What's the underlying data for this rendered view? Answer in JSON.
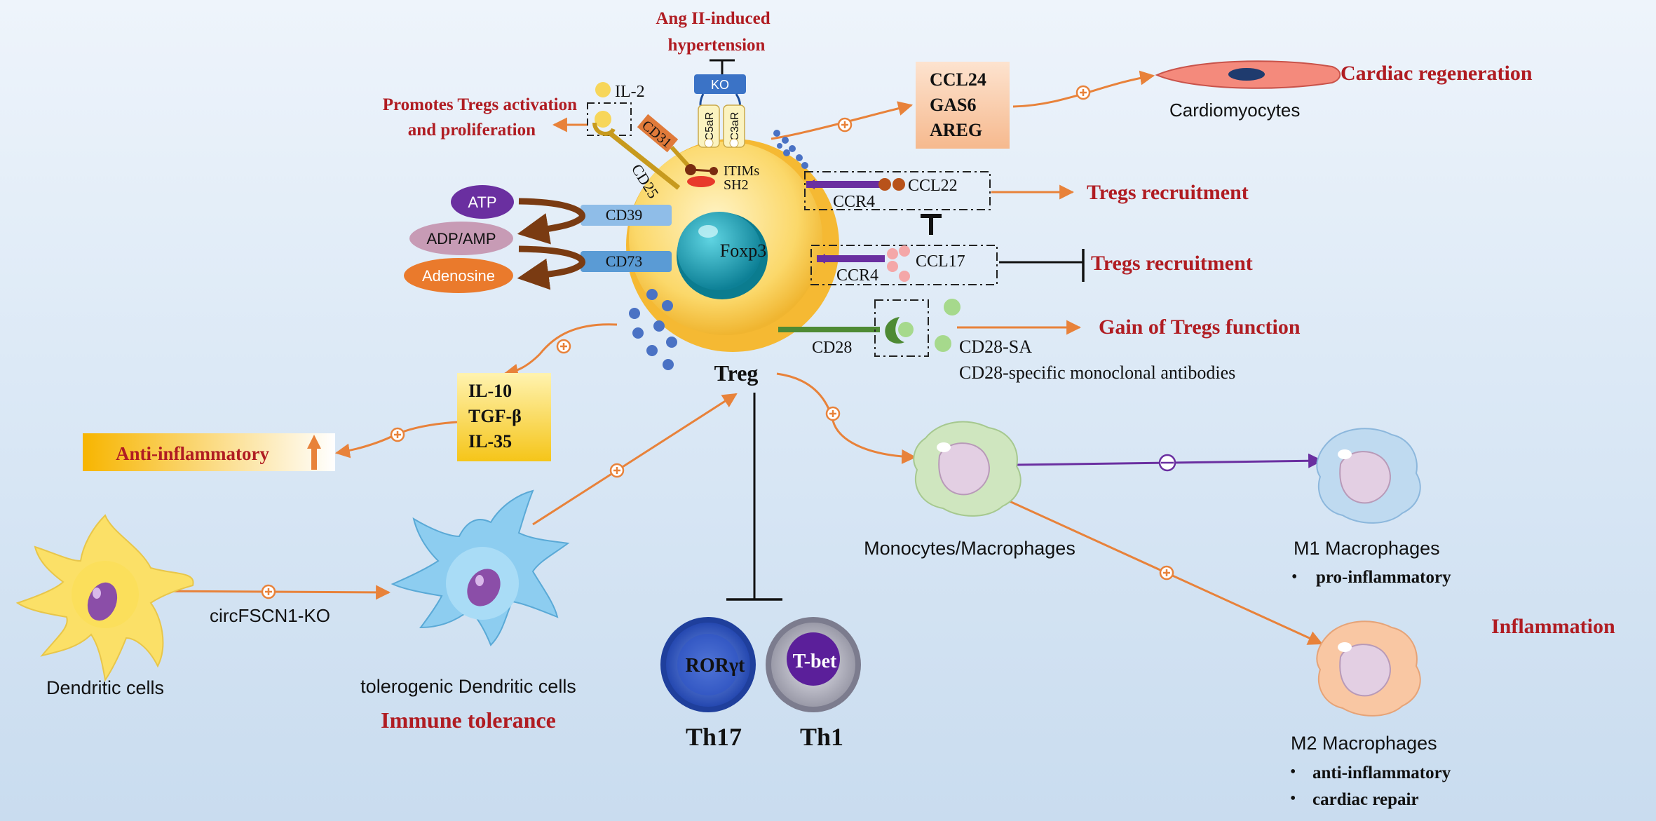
{
  "labels": {
    "ang_ii": "Ang II-induced",
    "hypertension": "hypertension",
    "ko": "KO",
    "c5ar": "C5aR",
    "c3ar": "C3aR",
    "il2": "IL-2",
    "promotes_line1": "Promotes Tregs activation",
    "promotes_line2": "and proliferation",
    "cd31": "CD31",
    "cd25": "CD25",
    "itims": "ITIMs",
    "sh2": "SH2",
    "ccl24": "CCL24",
    "gas6": "GAS6",
    "areg": "AREG",
    "cardiac_regeneration": "Cardiac regeneration",
    "cardiomyocytes": "Cardiomyocytes",
    "ccr4_a": "CCR4",
    "ccl22": "CCL22",
    "tregs_recruitment_1": "Tregs recruitment",
    "ccr4_b": "CCR4",
    "ccl17": "CCL17",
    "tregs_recruitment_2": "Tregs recruitment",
    "atp": "ATP",
    "adp_amp": "ADP/AMP",
    "adenosine": "Adenosine",
    "cd39": "CD39",
    "cd73": "CD73",
    "foxp3": "Foxp3",
    "cd28": "CD28",
    "gain_function": "Gain of Tregs function",
    "cd28_sa": "CD28-SA",
    "cd28_mab": "CD28-specific monoclonal antibodies",
    "treg": "Treg",
    "il10": "IL-10",
    "tgfb": "TGF-β",
    "il35": "IL-35",
    "anti_inflammatory": "Anti-inflammatory",
    "dendritic_cells": "Dendritic cells",
    "circfscn1": "circFSCN1-KO",
    "tolerogenic_dc": "tolerogenic Dendritic cells",
    "immune_tolerance": "Immune tolerance",
    "rorgt": "RORγt",
    "tbet": "T-bet",
    "th17": "Th17",
    "th1": "Th1",
    "monocytes": "Monocytes/Macrophages",
    "m1": "M1 Macrophages",
    "m1_bullet": "pro-inflammatory",
    "inflammation": "Inflammation",
    "m2": "M2 Macrophages",
    "m2_bullet1": "anti-inflammatory",
    "m2_bullet2": "cardiac repair"
  },
  "colors": {
    "dark_red": "#b01c22",
    "orange_arrow": "#e8823a",
    "treg_outer": "#f6c342",
    "treg_inner": "#fde9a8",
    "nucleus": "#1fa6b8",
    "purple": "#6a2fa0",
    "brown": "#7a3b12",
    "blue_receptor": "#5a9bd5",
    "green_cd28": "#4e8a34"
  }
}
